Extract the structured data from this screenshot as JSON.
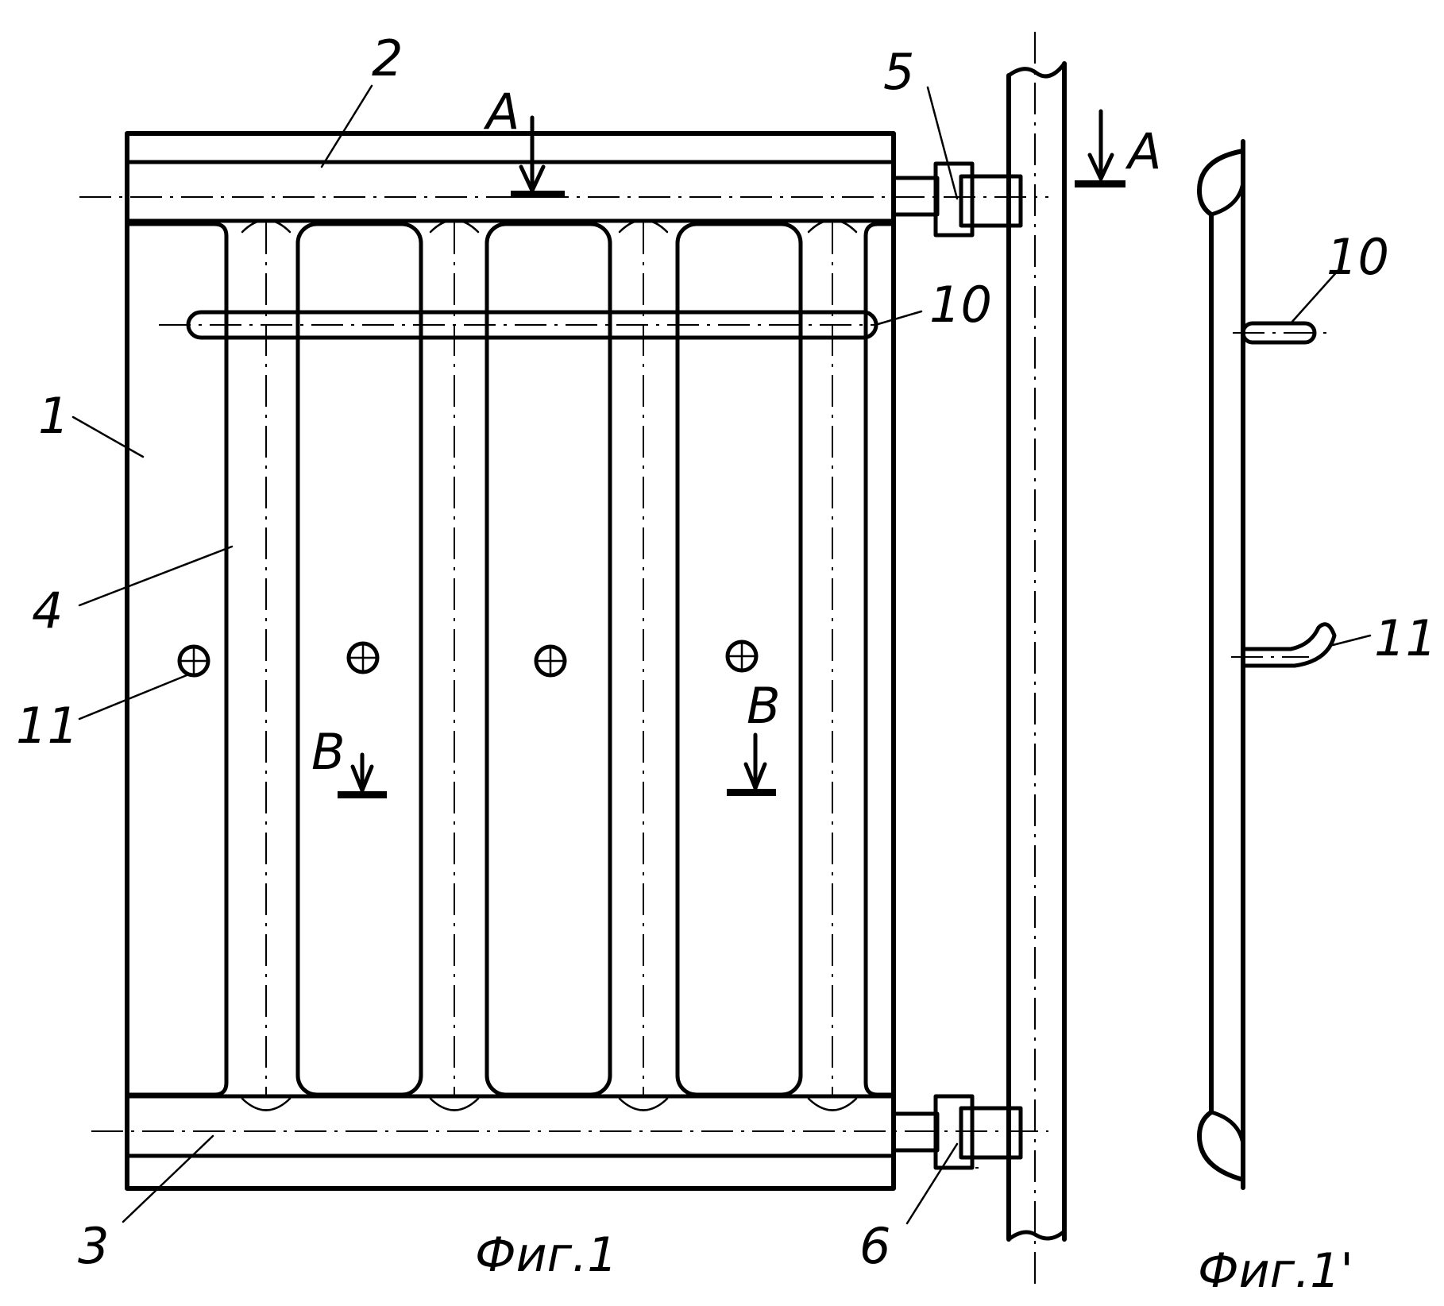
{
  "labels": {
    "n1": "1",
    "n2": "2",
    "n3": "3",
    "n4": "4",
    "n5": "5",
    "n6": "6",
    "n10a": "10",
    "n10b": "10",
    "n11a": "11",
    "n11b": "11",
    "secA1": "A",
    "secA2": "A",
    "secB1": "B",
    "secB2": "B"
  },
  "captions": {
    "fig1": "Фиг.1",
    "fig1prime": "Фиг.1'"
  },
  "colors": {
    "ink": "#000000",
    "paper": "#ffffff"
  }
}
